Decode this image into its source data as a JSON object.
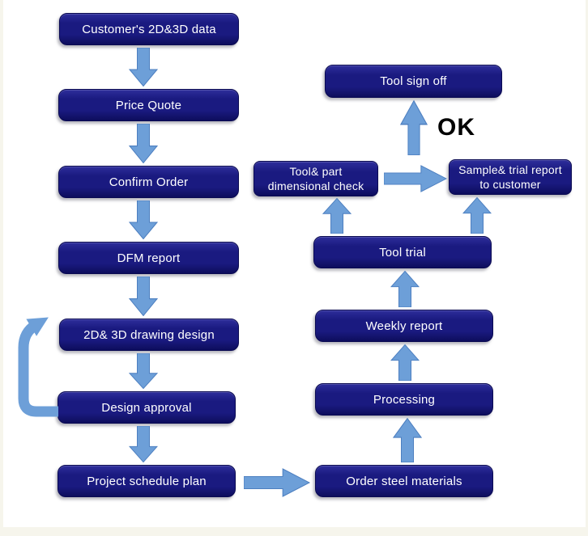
{
  "diagram": {
    "type": "flowchart",
    "ok_label": "OK",
    "nodes": [
      {
        "id": "customers-2d3d-data",
        "label": "Customer's 2D&3D data"
      },
      {
        "id": "price-quote",
        "label": "Price Quote"
      },
      {
        "id": "confirm-order",
        "label": "Confirm Order"
      },
      {
        "id": "dfm-report",
        "label": "DFM report"
      },
      {
        "id": "2d-3d-drawing-design",
        "label": "2D& 3D drawing design"
      },
      {
        "id": "design-approval",
        "label": "Design approval"
      },
      {
        "id": "project-schedule-plan",
        "label": "Project schedule plan"
      },
      {
        "id": "order-steel-materials",
        "label": "Order steel materials"
      },
      {
        "id": "processing",
        "label": "Processing"
      },
      {
        "id": "weekly-report",
        "label": "Weekly report"
      },
      {
        "id": "tool-trial",
        "label": "Tool trial"
      },
      {
        "id": "tool-part-dimensional-check",
        "label": "Tool& part dimensional check"
      },
      {
        "id": "sample-trial-report-to-customer",
        "label": "Sample& trial report to customer"
      },
      {
        "id": "tool-sign-off",
        "label": "Tool sign off"
      }
    ],
    "edges": [
      {
        "from": "customers-2d3d-data",
        "to": "price-quote"
      },
      {
        "from": "price-quote",
        "to": "confirm-order"
      },
      {
        "from": "confirm-order",
        "to": "dfm-report"
      },
      {
        "from": "dfm-report",
        "to": "2d-3d-drawing-design"
      },
      {
        "from": "2d-3d-drawing-design",
        "to": "design-approval"
      },
      {
        "from": "design-approval",
        "to": "2d-3d-drawing-design",
        "type": "loop-back"
      },
      {
        "from": "design-approval",
        "to": "project-schedule-plan"
      },
      {
        "from": "project-schedule-plan",
        "to": "order-steel-materials"
      },
      {
        "from": "order-steel-materials",
        "to": "processing"
      },
      {
        "from": "processing",
        "to": "weekly-report"
      },
      {
        "from": "weekly-report",
        "to": "tool-trial"
      },
      {
        "from": "tool-trial",
        "to": "tool-part-dimensional-check"
      },
      {
        "from": "tool-trial",
        "to": "sample-trial-report-to-customer"
      },
      {
        "from": "tool-part-dimensional-check",
        "to": "sample-trial-report-to-customer"
      },
      {
        "from": "sample-trial-report-to-customer",
        "to": "tool-sign-off",
        "label": "OK"
      }
    ]
  },
  "colors": {
    "node_fill": "#1a1a80",
    "node_fill_light": "#2e2e9b",
    "node_fill_dark": "#0d0d5c",
    "node_text": "#ffffff",
    "arrow_fill": "#6d9fd8",
    "arrow_outline": "#4d7fc0",
    "ok_text": "#000000",
    "page_border": "#f6f5ec",
    "background": "#ffffff"
  }
}
